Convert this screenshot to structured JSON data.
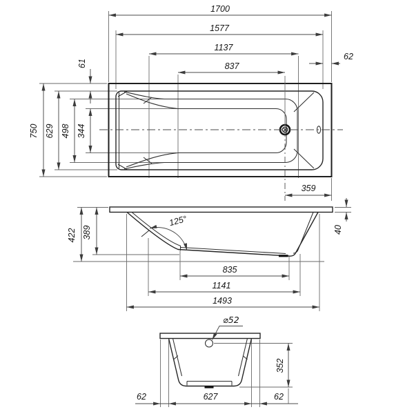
{
  "colors": {
    "background": "#ffffff",
    "drawing_lines": "#242424",
    "dimension_lines": "#4a4a4a",
    "text": "#161616"
  },
  "top_view": {
    "overall_length": "1700",
    "inner_rim_length": "1577",
    "basin_length": "1137",
    "bottom_flat_length": "837",
    "rim_border_right": "62",
    "rim_border_top": "61",
    "overall_width": "750",
    "inner_rim_width": "629",
    "basin_width": "498",
    "bottom_flat_width": "344",
    "drain_to_edge": "359"
  },
  "side_view": {
    "overall_height": "422",
    "inner_depth": "389",
    "backrest_angle": "125°",
    "flat_bottom_length": "835",
    "inner_bottom_length": "1141",
    "body_length": "1493",
    "rim_profile_height": "40"
  },
  "end_view": {
    "drain_diameter": "⌀52",
    "inner_depth": "352",
    "side_gap_left": "62",
    "bottom_width": "627",
    "side_gap_right": "62"
  }
}
